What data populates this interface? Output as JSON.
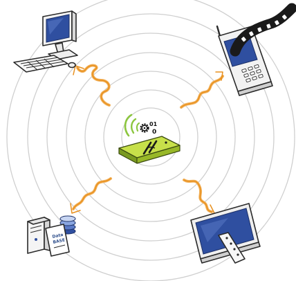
{
  "center_device": {
    "bits_label": "01",
    "zero_label": "0"
  },
  "database": {
    "label_line1": "Data",
    "label_line2": "BASE"
  },
  "colors": {
    "ring": "#cfcfcf",
    "wave": "#e8901e",
    "screen": "#2f4fa0",
    "device_green": "#b5d534",
    "signal_green": "#8cc63f"
  }
}
